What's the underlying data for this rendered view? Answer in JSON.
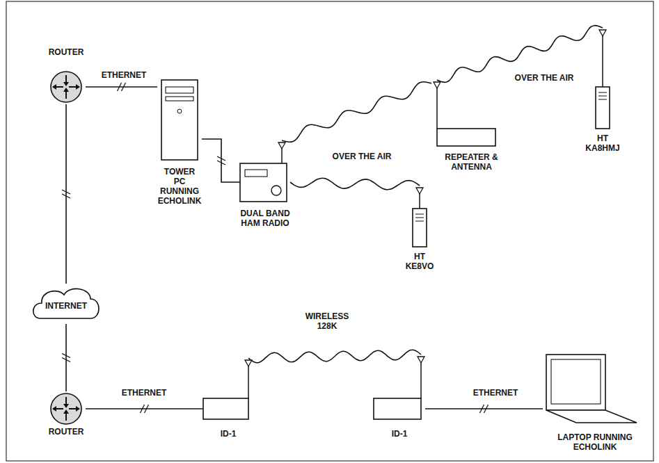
{
  "diagram": {
    "nodes": [
      {
        "text": [
          "ROUTER"
        ]
      },
      {
        "text": [
          "TOWER PC RUNNING ECHOLINK"
        ]
      },
      {
        "text": [
          "DUAL BAND HAM RADIO"
        ]
      },
      {
        "text": [
          "REPEATER & ANTENNA"
        ]
      },
      {
        "text": [
          "HT KA8HMJ"
        ]
      },
      {
        "text": [
          "HT KE8VO"
        ]
      },
      {
        "text": [
          "INTERNET"
        ]
      },
      {
        "text": [
          "ROUTER"
        ]
      },
      {
        "text": [
          "ID-1"
        ]
      },
      {
        "text": [
          "ID-1"
        ]
      },
      {
        "text": [
          "LAPTOP RUNNING ECHOLINK"
        ]
      }
    ],
    "edges": [
      {
        "from": 0,
        "to": 1,
        "label": "ETHERNET",
        "arrow": "none"
      },
      {
        "from": 1,
        "to": 2,
        "arrow": "none"
      },
      {
        "from": 2,
        "to": 3,
        "label": "OVER THE AIR",
        "arrow": "none"
      },
      {
        "from": 3,
        "to": 4,
        "label": "OVER THE AIR",
        "arrow": "none"
      },
      {
        "from": 2,
        "to": 5,
        "arrow": "none"
      },
      {
        "from": 0,
        "to": 6,
        "arrow": "none"
      },
      {
        "from": 6,
        "to": 7,
        "arrow": "none"
      },
      {
        "from": 7,
        "to": 8,
        "label": "ETHERNET",
        "arrow": "none"
      },
      {
        "from": 8,
        "to": 9,
        "label": "WIRELESS 128K",
        "arrow": "none"
      },
      {
        "from": 9,
        "to": 10,
        "label": "ETHERNET",
        "arrow": "none"
      }
    ]
  }
}
